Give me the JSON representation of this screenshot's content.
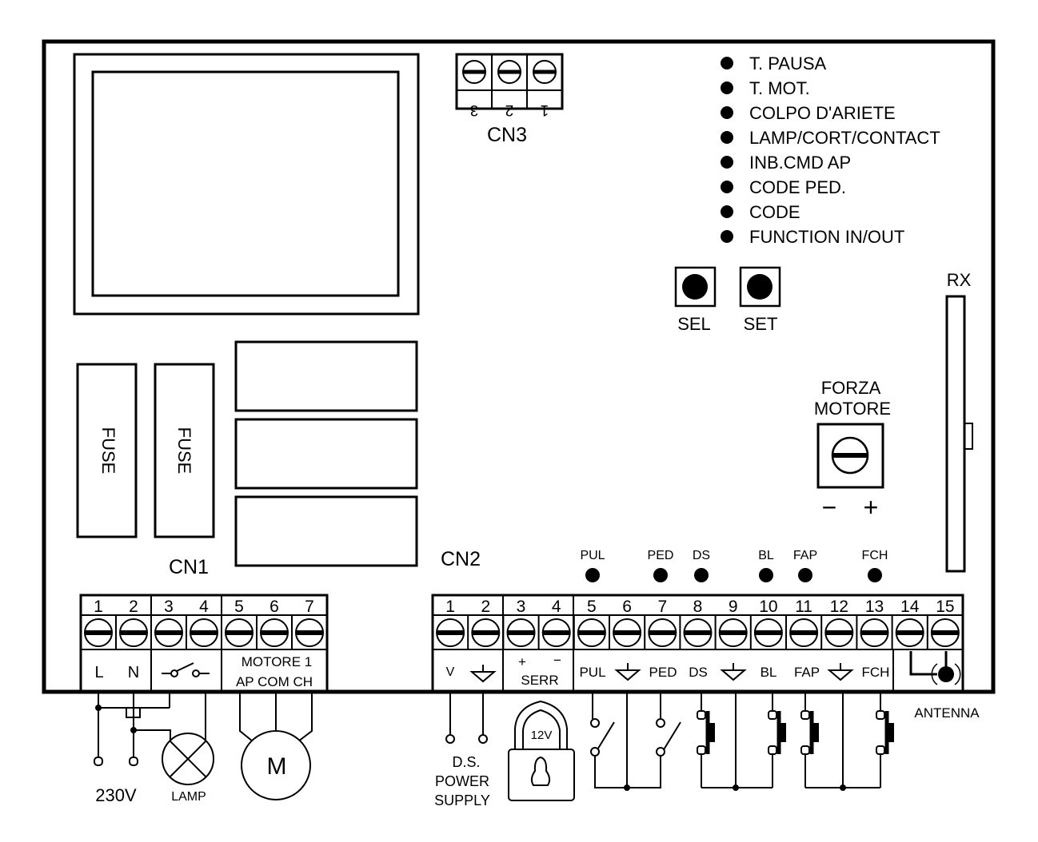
{
  "board": {
    "cn3": {
      "label": "CN3",
      "terminals": [
        "3",
        "2",
        "1"
      ]
    },
    "leds_menu": [
      {
        "label": "T. PAUSA"
      },
      {
        "label": "T. MOT."
      },
      {
        "label": "COLPO D'ARIETE"
      },
      {
        "label": "LAMP/CORT/CONTACT"
      },
      {
        "label": "INB.CMD AP"
      },
      {
        "label": "CODE  PED."
      },
      {
        "label": "CODE"
      },
      {
        "label": "FUNCTION IN/OUT"
      }
    ],
    "buttons": {
      "sel": "SEL",
      "set": "SET"
    },
    "rx_label": "RX",
    "trimmer": {
      "label_line1": "FORZA",
      "label_line2": "MOTORE",
      "minus": "−",
      "plus": "+"
    },
    "fuses": [
      "FUSE",
      "FUSE"
    ],
    "cn1": {
      "label": "CN1",
      "numbers": [
        "1",
        "2",
        "3",
        "4",
        "5",
        "6",
        "7"
      ],
      "group_labels": {
        "l": "L",
        "n": "N",
        "motor_title": "MOTORE 1",
        "motor_pins": "AP COM CH"
      }
    },
    "cn2": {
      "label": "CN2",
      "numbers": [
        "1",
        "2",
        "3",
        "4",
        "5",
        "6",
        "7",
        "8",
        "9",
        "10",
        "11",
        "12",
        "13",
        "14",
        "15"
      ],
      "status_leds": [
        {
          "label": "PUL"
        },
        {
          "label": "PED"
        },
        {
          "label": "DS"
        },
        {
          "label": "BL"
        },
        {
          "label": "FAP"
        },
        {
          "label": "FCH"
        }
      ],
      "group_labels": {
        "v": "V",
        "serr_plus": "+",
        "serr_minus": "−",
        "serr": "SERR",
        "pul": "PUL",
        "ped": "PED",
        "ds": "DS",
        "bl": "BL",
        "fap": "FAP",
        "fch": "FCH"
      }
    }
  },
  "wiring": {
    "supply_label": "230V",
    "lamp_label": "LAMP",
    "motor_symbol": "M",
    "ds_supply_line1": "D.S.",
    "ds_supply_line2": "POWER",
    "ds_supply_line3": "SUPPLY",
    "lock_voltage": "12V",
    "antenna_label": "ANTENNA"
  }
}
